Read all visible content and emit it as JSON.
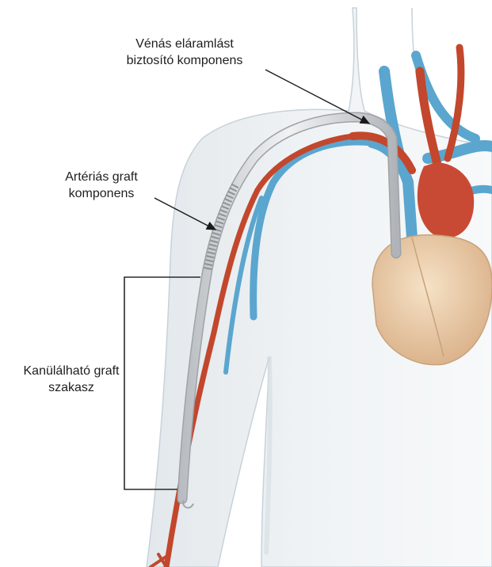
{
  "labels": {
    "venous_outflow": {
      "line1": "Vénás eláramlást",
      "line2": "biztosító komponens"
    },
    "arterial_graft": {
      "line1": "Artériás graft",
      "line2": "komponens"
    },
    "cannulation_segment": {
      "line1": "Kanülálható graft",
      "line2": "szakasz"
    }
  },
  "colors": {
    "artery": "#c2472c",
    "vein": "#5aa6cf",
    "graft": "#d6d9dc",
    "heart": "#e8c9a3",
    "body_outline": "#b9c6cf",
    "bracket": "#2a2a2a"
  }
}
